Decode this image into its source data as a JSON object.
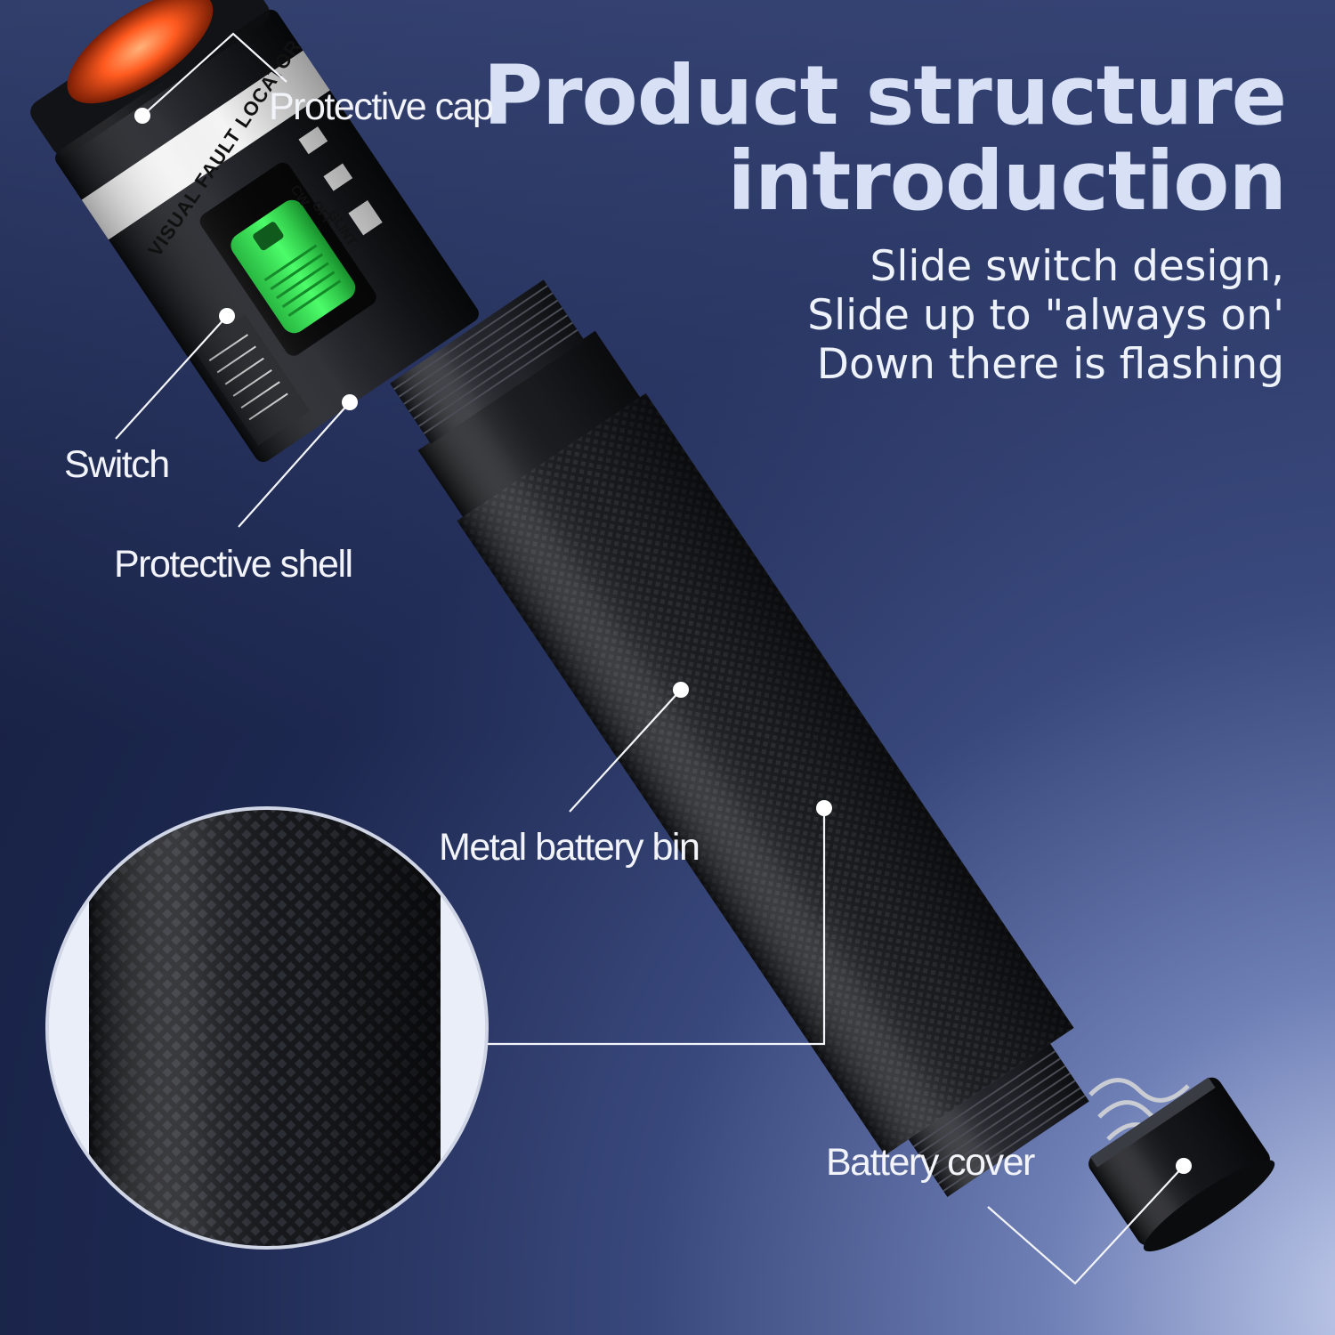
{
  "heading": {
    "line1": "Product structure",
    "line2": "introduction"
  },
  "description": {
    "line1": "Slide switch design,",
    "line2": "Slide up to \"always on'",
    "line3": "Down there is flashing"
  },
  "callouts": {
    "protective_cap": "Protective cap",
    "switch": "Switch",
    "protective_shell": "Protective shell",
    "metal_battery_bin": "Metal battery bin",
    "battery_cover": "Battery cover"
  },
  "device_print": {
    "brand_band": "VISUAL FAULT LOCATOR",
    "mode_cw": "CW",
    "mode_off": "OFF",
    "mode_glint": "GLINT"
  },
  "colors": {
    "switch_green": "#2ee04a",
    "cap_orange": "#ff5a1f",
    "heading_text": "#d8e0f6"
  }
}
